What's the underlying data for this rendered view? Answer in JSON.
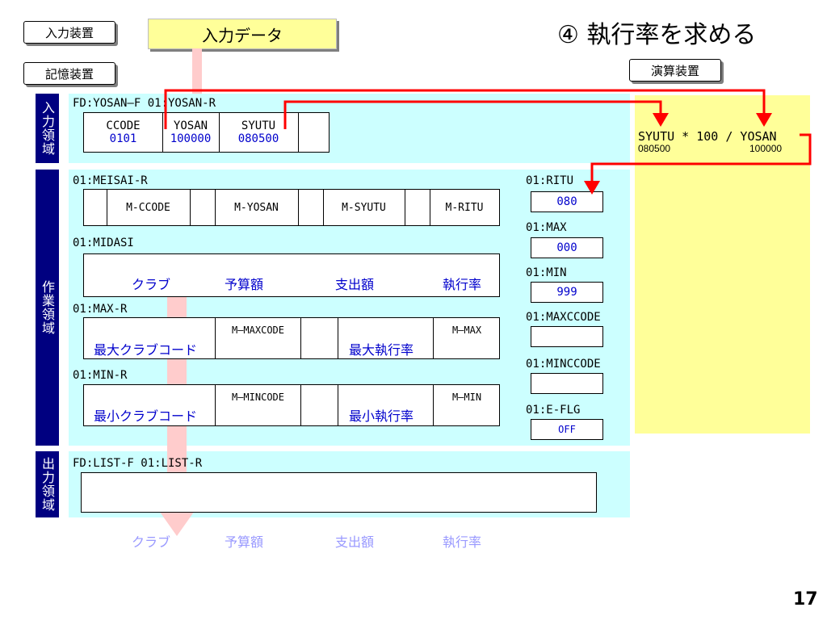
{
  "labels": {
    "input_device": "入力装置",
    "storage_device": "記憶装置",
    "alu_device": "演算装置"
  },
  "input_data": "入力データ",
  "title": "④ 執行率を求める",
  "page_number": "17",
  "regions": {
    "input": "入力領域",
    "work": "作業領域",
    "output": "出力領域"
  },
  "input_area": {
    "file_line": "FD:YOSAN—F  01:YOSAN-R",
    "fields": [
      {
        "name": "CCODE",
        "value": "0101"
      },
      {
        "name": "YOSAN",
        "value": "100000"
      },
      {
        "name": "SYUTU",
        "value": "080500"
      }
    ]
  },
  "work_area": {
    "meisai": {
      "label": "01:MEISAI-R",
      "fields": [
        "M-CCODE",
        "M-YOSAN",
        "M-SYUTU",
        "M-RITU"
      ]
    },
    "midasi": {
      "label": "01:MIDASI",
      "fields": [
        "クラブ",
        "予算額",
        "支出額",
        "執行率"
      ]
    },
    "max_r": {
      "label": "01:MAX-R",
      "fields": [
        "最大クラブコード",
        "M—MAXCODE",
        "最大執行率",
        "M—MAX"
      ]
    },
    "min_r": {
      "label": "01:MIN-R",
      "fields": [
        "最小クラブコード",
        "M—MINCODE",
        "最小執行率",
        "M—MIN"
      ]
    },
    "vars": [
      {
        "label": "01:RITU",
        "value": "080"
      },
      {
        "label": "01:MAX",
        "value": "000"
      },
      {
        "label": "01:MIN",
        "value": "999"
      },
      {
        "label": "01:MAXCCODE",
        "value": ""
      },
      {
        "label": "01:MINCCODE",
        "value": ""
      },
      {
        "label": "01:E-FLG",
        "value": "OFF"
      }
    ]
  },
  "output_area": {
    "label": "FD:LIST-F  01:LIST-R",
    "headers": [
      "クラブ",
      "予算額",
      "支出額",
      "執行率"
    ]
  },
  "calc": {
    "formula": "SYUTU * 100 / YOSAN",
    "syutu_value": "080500",
    "yosan_value": "100000"
  },
  "colors": {
    "aqua": "#ccffff",
    "yellow": "#ffff99",
    "navy": "#000080",
    "red": "#ff0000",
    "blue": "#0000cc",
    "pink": "#ffcccc"
  }
}
